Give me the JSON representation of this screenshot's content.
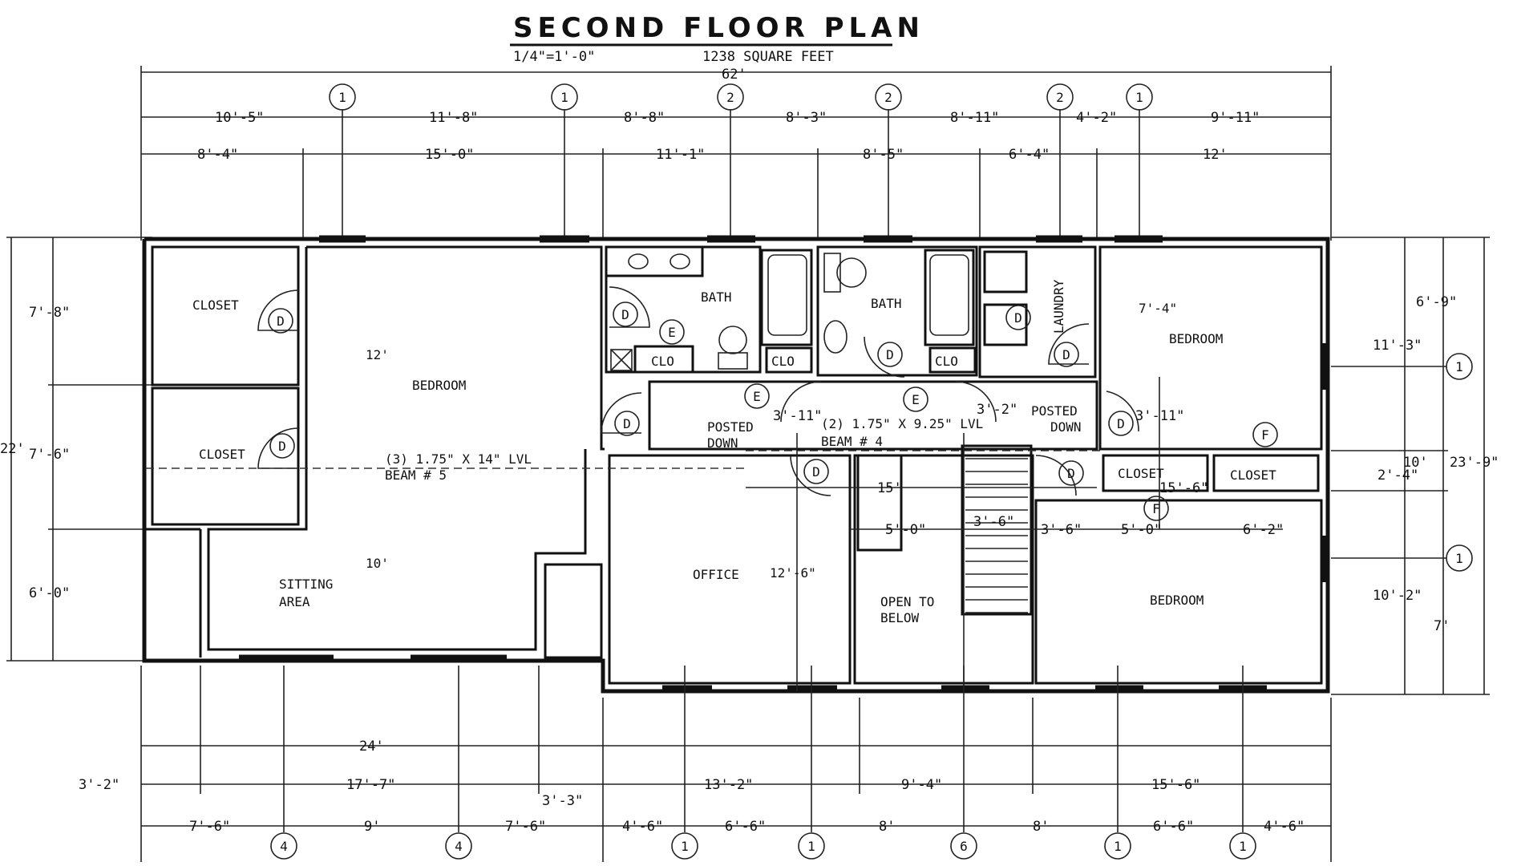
{
  "title": "SECOND FLOOR PLAN",
  "scale": "1/4\"=1'-0\"",
  "area": "1238 SQUARE FEET",
  "overall_width": "62'",
  "top_row1": [
    "10'-5\"",
    "11'-8\"",
    "8'-8\"",
    "8'-3\"",
    "8'-11\"",
    "4'-2\"",
    "9'-11\""
  ],
  "top_row2": [
    "8'-4\"",
    "15'-0\"",
    "11'-1\"",
    "8'-5\"",
    "6'-4\"",
    "12'"
  ],
  "top_markers": [
    "1",
    "1",
    "2",
    "2",
    "2",
    "1"
  ],
  "left_dims": [
    "7'-8\"",
    "22'",
    "7'-6\"",
    "6'-0\""
  ],
  "right_dims": [
    "6'-9\"",
    "11'-3\"",
    "2'-4\"",
    "10'",
    "23'-9\"",
    "10'-2\"",
    "7'"
  ],
  "right_markers": [
    "1",
    "1"
  ],
  "bottom_dim_24": "24'",
  "bottom_row1": [
    "3'-2\"",
    "17'-7\"",
    "3'-3\"",
    "13'-2\"",
    "9'-4\"",
    "15'-6\""
  ],
  "bottom_row2": [
    "7'-6\"",
    "9'",
    "7'-6\"",
    "4'-6\"",
    "6'-6\"",
    "8'",
    "8'",
    "6'-6\"",
    "4'-6\""
  ],
  "bottom_markers": [
    "4",
    "4",
    "1",
    "1",
    "6",
    "1",
    "1"
  ],
  "rooms": {
    "closet1": "CLOSET",
    "closet2": "CLOSET",
    "bedroom1": "BEDROOM",
    "bedroom1_dim_v": "12'",
    "bedroom1_dim_h": "10'",
    "sitting": "SITTING",
    "sitting2": "AREA",
    "bath1": "BATH",
    "bath2": "BATH",
    "clo1": "CLO",
    "clo2": "CLO",
    "clo3": "CLO",
    "laundry": "LAUNDRY",
    "bedroom2": "BEDROOM",
    "bedroom2_dim": "7'-4\"",
    "closet3": "CLOSET",
    "closet4": "CLOSET",
    "bedroom3": "BEDROOM",
    "office": "OFFICE",
    "office_dim": "12'-6\"",
    "open1": "OPEN TO",
    "open2": "BELOW"
  },
  "beams": {
    "beam5_a": "(3) 1.75\" X 14\" LVL",
    "beam5_b": "BEAM # 5",
    "beam4_a": "(2) 1.75\" X 9.25\" LVL",
    "beam4_b": "BEAM # 4",
    "posted_a1": "POSTED",
    "posted_a2": "DOWN",
    "posted_b1": "POSTED",
    "posted_b2": "DOWN"
  },
  "inner_dims": [
    "3'-11\"",
    "3'-2\"",
    "3'-11\"",
    "15'",
    "15'-6\"",
    "5'-0\"",
    "3'-6\"",
    "3'-6\"",
    "5'-0\"",
    "6'-2\""
  ],
  "door_letters": [
    "D",
    "D",
    "D",
    "E",
    "D",
    "E",
    "E",
    "D",
    "D",
    "D",
    "D",
    "D",
    "D",
    "F",
    "F"
  ]
}
